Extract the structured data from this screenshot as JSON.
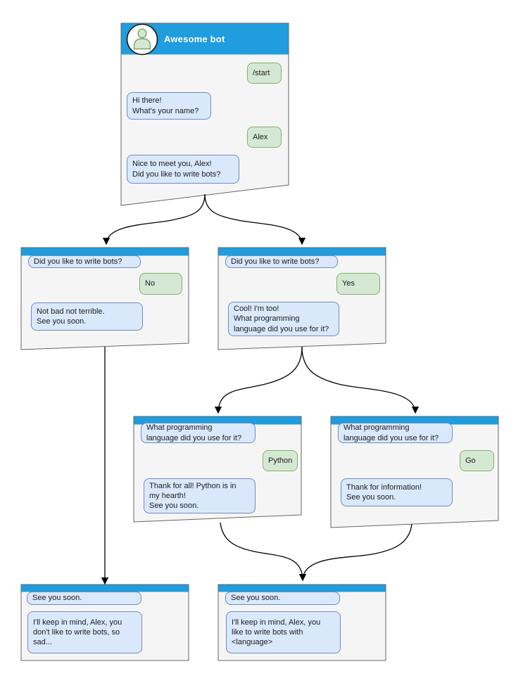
{
  "diagram": {
    "colors": {
      "header_blue": "#1F9DDE",
      "window_fill": "#F5F5F5",
      "window_border": "#666666",
      "bot_bubble_fill": "#DAE8FC",
      "bot_bubble_border": "#6C8EBF",
      "user_bubble_fill": "#D5E8D4",
      "user_bubble_border": "#82B366",
      "arrow": "#000000"
    },
    "windows": [
      {
        "name": "start",
        "title": "Awesome bot",
        "avatar_icon": "person-icon",
        "bubbles": [
          {
            "from": "user",
            "text": "/start"
          },
          {
            "from": "bot",
            "text": "Hi there!\nWhat's your name?"
          },
          {
            "from": "user",
            "text": "Alex"
          },
          {
            "from": "bot",
            "text": "Nice to meet you, Alex!\nDid you like to write bots?"
          }
        ]
      },
      {
        "name": "branch-no",
        "bubbles": [
          {
            "from": "bot",
            "text": "Did you like to write bots?"
          },
          {
            "from": "user",
            "text": "No"
          },
          {
            "from": "bot",
            "text": "Not bad not terrible.\nSee you soon."
          }
        ]
      },
      {
        "name": "branch-yes",
        "bubbles": [
          {
            "from": "bot",
            "text": "Did you like to write bots?"
          },
          {
            "from": "user",
            "text": "Yes"
          },
          {
            "from": "bot",
            "text": "Cool! I'm too!\nWhat programming\nlanguage did you use for it?"
          }
        ]
      },
      {
        "name": "branch-python",
        "bubbles": [
          {
            "from": "bot",
            "text": "What programming\nlanguage did you use for it?"
          },
          {
            "from": "user",
            "text": "Python"
          },
          {
            "from": "bot",
            "text": "Thank for all! Python is in\nmy hearth!\nSee you soon."
          }
        ]
      },
      {
        "name": "branch-go",
        "bubbles": [
          {
            "from": "bot",
            "text": "What programming\nlanguage did you use for it?"
          },
          {
            "from": "user",
            "text": "Go"
          },
          {
            "from": "bot",
            "text": "Thank for information!\nSee you soon."
          }
        ]
      },
      {
        "name": "end-no",
        "bubbles": [
          {
            "from": "bot",
            "text": "See you soon."
          },
          {
            "from": "bot",
            "text": "I'll keep in mind, Alex, you\ndon't like to write bots, so\nsad..."
          }
        ]
      },
      {
        "name": "end-yes",
        "bubbles": [
          {
            "from": "bot",
            "text": "See you soon."
          },
          {
            "from": "bot",
            "text": "I'll keep in mind, Alex, you\nlike to write bots with\n<language>"
          }
        ]
      }
    ],
    "edges": [
      {
        "from": "start",
        "to": "branch-no"
      },
      {
        "from": "start",
        "to": "branch-yes"
      },
      {
        "from": "branch-yes",
        "to": "branch-python"
      },
      {
        "from": "branch-yes",
        "to": "branch-go"
      },
      {
        "from": "branch-no",
        "to": "end-no"
      },
      {
        "from": "branch-python",
        "to": "end-yes"
      },
      {
        "from": "branch-go",
        "to": "end-yes"
      }
    ]
  }
}
